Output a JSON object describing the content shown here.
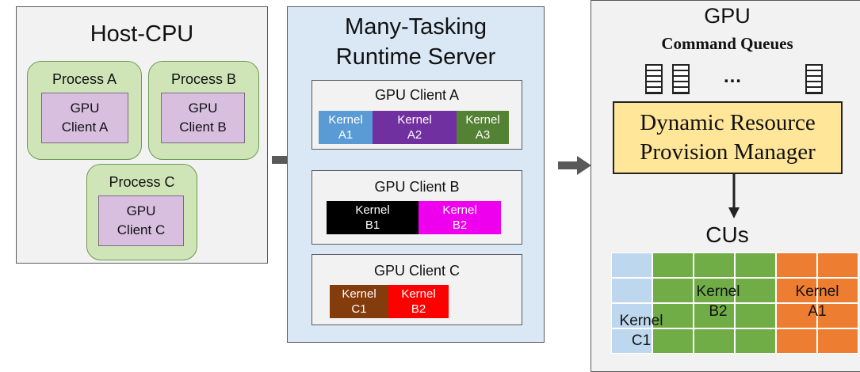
{
  "host": {
    "title": "Host-CPU",
    "processes": [
      {
        "label": "Process A",
        "client": "GPU\nClient A"
      },
      {
        "label": "Process B",
        "client": "GPU\nClient B"
      },
      {
        "label": "Process C",
        "client": "GPU\nClient C"
      }
    ]
  },
  "runtime": {
    "title": "Many-Tasking\nRuntime Server",
    "clients": [
      {
        "label": "GPU Client A",
        "kernels": [
          "Kernel\nA1",
          "Kernel\nA2",
          "Kernel\nA3"
        ]
      },
      {
        "label": "GPU Client B",
        "kernels": [
          "Kernel\nB1",
          "Kernel\nB2"
        ]
      },
      {
        "label": "GPU Client C",
        "kernels": [
          "Kernel\nC1",
          "Kernel\nB2"
        ]
      }
    ]
  },
  "gpu": {
    "title": "GPU",
    "subtitle": "Command Queues",
    "ellipsis": "…",
    "manager": "Dynamic Resource\nProvision Manager",
    "cus_label": "CUs",
    "cu_kernels": [
      "Kernel\nC1",
      "Kernel\nB2",
      "Kernel\nA1"
    ]
  },
  "colors": {
    "A1": "#5b9bd5",
    "A2": "#7030a0",
    "A3": "#548235",
    "B1": "#000000",
    "B2": "#ee00ee",
    "C1": "#843c0c",
    "C2": "#ff0000",
    "cu_blue": "#bdd7ee",
    "cu_green": "#70ad47",
    "cu_orange": "#ed7d31"
  }
}
